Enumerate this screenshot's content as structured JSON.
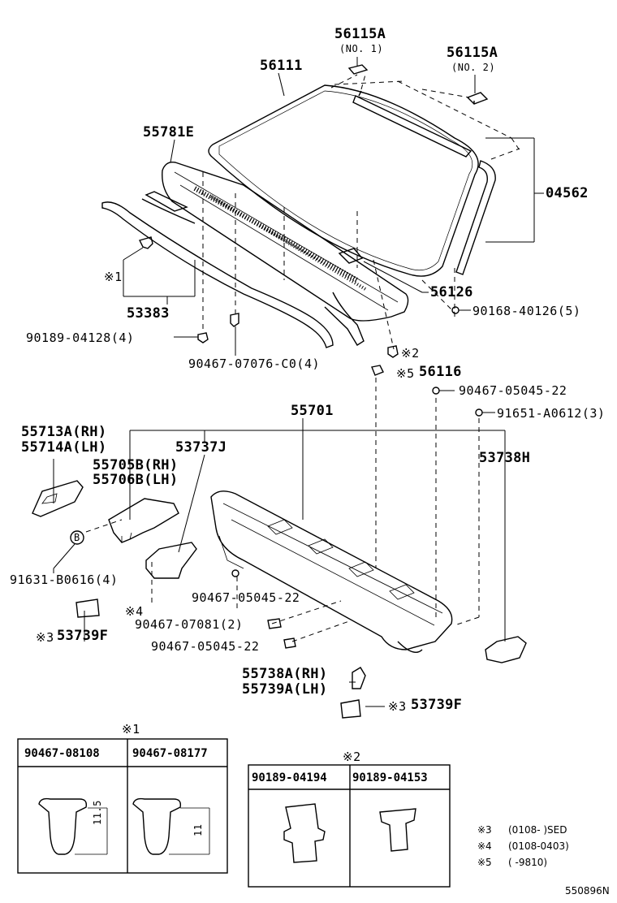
{
  "labels": {
    "p56115a_1": "56115A",
    "p56115a_1_sub": "(NO. 1)",
    "p56115a_2": "56115A",
    "p56115a_2_sub": "(NO. 2)",
    "p56111": "56111",
    "p55781e": "55781E",
    "p04562": "04562",
    "p56126": "56126",
    "p90168": "90168-40126(5)",
    "p53383": "53383",
    "mark1": "※1",
    "p90189": "90189-04128(4)",
    "p90467_07076": "90467-07076-C0(4)",
    "mark2": "※2",
    "mark5": "※5",
    "p56116": "56116",
    "p90467_05045_a": "90467-05045-22",
    "p55701": "55701",
    "p91651": "91651-A0612(3)",
    "p55713a": "55713A(RH)",
    "p55714a": "55714A(LH)",
    "p53737j": "53737J",
    "p53738h": "53738H",
    "p55705b": "55705B(RH)",
    "p55706b": "55706B(LH)",
    "circle_b": "B",
    "p91631": "91631-B0616(4)",
    "p90467_05045_b": "90467-05045-22",
    "mark4": "※4",
    "p90467_07081": "90467-07081(2)",
    "mark3a": "※3",
    "p53739f_a": "53739F",
    "p90467_05045_c": "90467-05045-22",
    "p55738a": "55738A(RH)",
    "p55739a": "55739A(LH)",
    "mark3b": "※3",
    "p53739f_b": "53739F"
  },
  "table1": {
    "mark": "※1",
    "col1": "90467-08108",
    "col2": "90467-08177",
    "dim1": "11.5",
    "dim2": "11"
  },
  "table2": {
    "mark": "※2",
    "col1": "90189-04194",
    "col2": "90189-04153"
  },
  "notes": [
    {
      "mark": "※3",
      "text": "(0108-      )SED"
    },
    {
      "mark": "※4",
      "text": "(0108-0403)"
    },
    {
      "mark": "※5",
      "text": "(      -9810)"
    }
  ],
  "figure_id": "550896N"
}
